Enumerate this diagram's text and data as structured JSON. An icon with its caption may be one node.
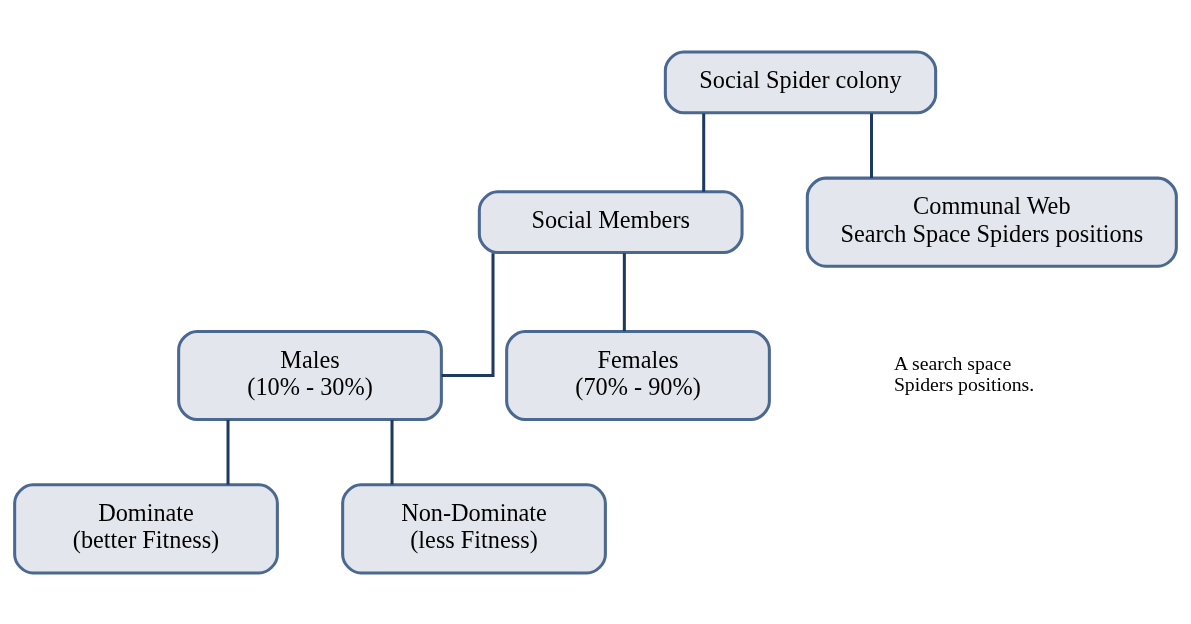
{
  "diagram": {
    "nodes": [
      {
        "text": [
          "Social Spider colony"
        ]
      },
      {
        "text": [
          "Social Members"
        ]
      },
      {
        "text": [
          "Communal Web",
          "Search Space Spiders positions"
        ],
        "beside": [
          "A search space",
          "Spiders positions."
        ]
      },
      {
        "text": [
          "Males",
          "(10% - 30%)"
        ]
      },
      {
        "text": [
          "Females",
          "(70% - 90%)"
        ]
      },
      {
        "text": [
          "Dominate",
          "(better Fitness)"
        ]
      },
      {
        "text": [
          "Non-Dominate",
          "(less Fitness)"
        ]
      }
    ],
    "edges": [
      {
        "from": 0,
        "to": 1,
        "arrow": "none"
      },
      {
        "from": 0,
        "to": 2,
        "arrow": "none"
      },
      {
        "from": 1,
        "to": 3,
        "arrow": "none"
      },
      {
        "from": 1,
        "to": 4,
        "arrow": "none"
      },
      {
        "from": 3,
        "to": 5,
        "arrow": "none"
      },
      {
        "from": 3,
        "to": 6,
        "arrow": "none"
      }
    ]
  }
}
